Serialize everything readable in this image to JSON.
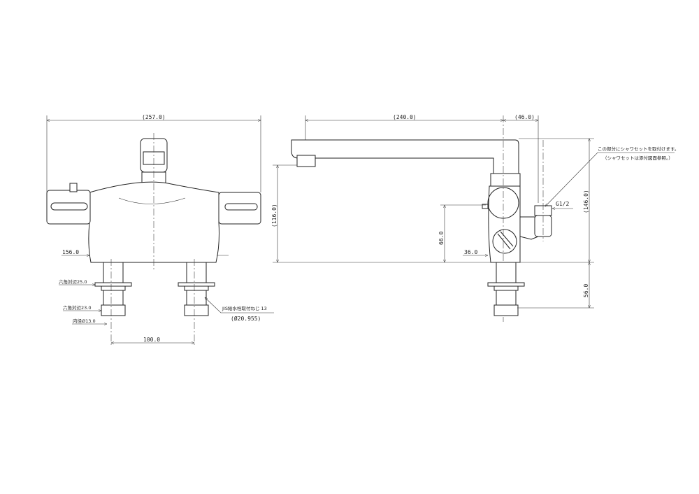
{
  "front_view": {
    "overall_width": "(257.0)",
    "height_156": "156.0",
    "hex_25": "六角対辺25.0",
    "hex_23": "六角対辺23.0",
    "inner_dia": "内径Ø13.0",
    "thread_label": "JIS給水栓取付ねじ 13",
    "thread_dia": "(Ø20.955)",
    "pitch": "100.0"
  },
  "side_view": {
    "spout_reach": "(240.0)",
    "offset_46": "(46.0)",
    "height_116": "(116.0)",
    "height_146": "(146.0)",
    "height_66": "66.0",
    "depth_36": "36.0",
    "leg_56": "56.0",
    "thread_g": "G1/2",
    "note_line1": "この部分にシャワセットを取付けます。",
    "note_line2": "（シャワセットは添付図面参照。）"
  }
}
